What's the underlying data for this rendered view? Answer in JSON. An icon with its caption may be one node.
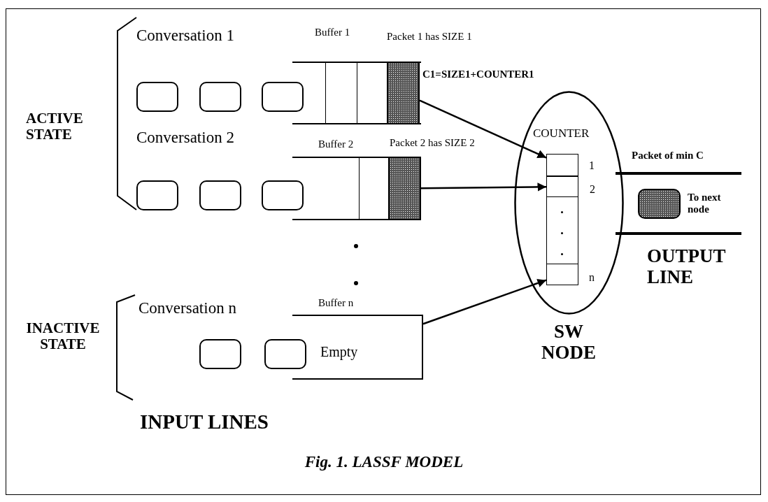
{
  "diagram": {
    "caption": "Fig. 1. LASSF MODEL",
    "nodes": [
      {
        "text": [],
        "shape": "box"
      },
      {
        "text": [],
        "shape": "box"
      },
      {
        "text": [],
        "shape": "box"
      },
      {
        "text": [
          "Buffer 1"
        ]
      },
      {
        "text": [],
        "shape": "box",
        "in": 3,
        "beside": [
          "Packet 1 has SIZE 1"
        ]
      },
      {
        "text": [],
        "shape": "box"
      },
      {
        "text": [],
        "shape": "box"
      },
      {
        "text": [],
        "shape": "box"
      },
      {
        "text": [
          "Buffer 2"
        ]
      },
      {
        "text": [],
        "shape": "box",
        "in": 8,
        "beside": [
          "Packet 2 has SIZE 2"
        ]
      },
      {
        "text": [
          "COUNTER",
          "SW NODE"
        ]
      },
      {
        "text": [],
        "shape": "box",
        "in": 10,
        "beside": [
          "1"
        ]
      },
      {
        "text": [],
        "shape": "box",
        "in": 10,
        "beside": [
          "2"
        ]
      },
      {
        "text": [],
        "shape": "box",
        "in": 10,
        "beside": [
          "n"
        ]
      },
      {
        "text": [],
        "shape": "box",
        "beside": [
          "To next node"
        ]
      },
      {
        "text": [],
        "shape": "box"
      },
      {
        "text": [],
        "shape": "box"
      },
      {
        "text": [
          "Buffer n",
          "Empty"
        ]
      }
    ],
    "edges": [
      {
        "from": 4,
        "to": 11,
        "arrow": "to",
        "label": "C1=SIZE1+COUNTER1"
      },
      {
        "from": 9,
        "to": 12,
        "arrow": "to"
      },
      {
        "from": 17,
        "to": 13,
        "arrow": "to"
      }
    ],
    "labels": [
      "ACTIVE STATE",
      "Conversation 1",
      "Conversation 2",
      "INACTIVE STATE",
      "Conversation n",
      "INPUT LINES",
      "Packet of min C",
      "OUTPUT LINE"
    ]
  }
}
